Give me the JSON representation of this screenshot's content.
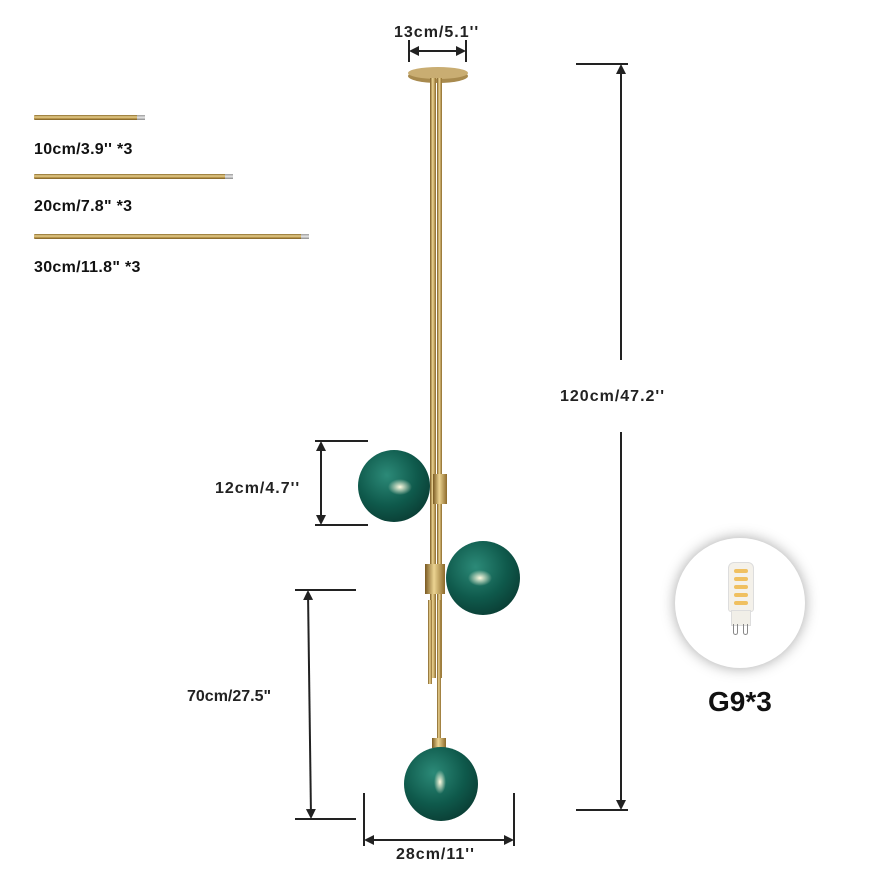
{
  "accessory_rods": [
    {
      "label": "10cm/3.9'' *3",
      "length_cm": 10,
      "length_in": 3.9,
      "qty": 3
    },
    {
      "label": "20cm/7.8\" *3",
      "length_cm": 20,
      "length_in": 7.8,
      "qty": 3
    },
    {
      "label": "30cm/11.8\" *3",
      "length_cm": 30,
      "length_in": 11.8,
      "qty": 3
    }
  ],
  "dimensions": {
    "canopy_width": "13cm/5.1''",
    "total_height": "120cm/47.2''",
    "globe_diameter": "12cm/4.7''",
    "lower_drop": "70cm/27.5\"",
    "total_width": "28cm/11''"
  },
  "bulb": {
    "label": "G9*3",
    "type": "G9",
    "qty": 3
  },
  "colors": {
    "brass": "#c9a85a",
    "glass_green": "#0f5a4c",
    "arrow": "#222222"
  }
}
